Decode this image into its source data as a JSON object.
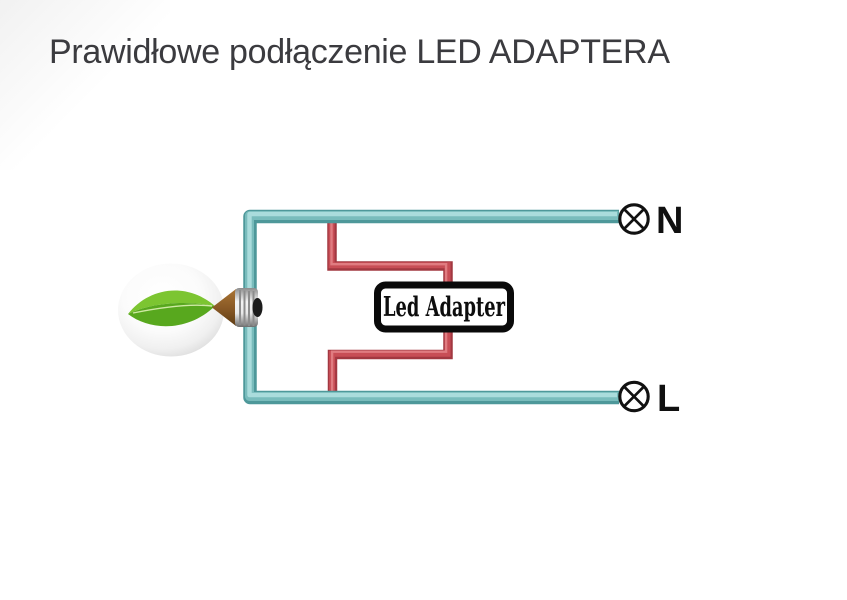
{
  "title": "Prawidłowe podłączenie LED ADAPTERA",
  "diagram": {
    "adapter_label": "Led Adapter",
    "terminal_n": "N",
    "terminal_l": "L",
    "icons": {
      "bulb": "eco-light-bulb-icon",
      "terminal_n": "circle-x-terminal-icon",
      "terminal_l": "circle-x-terminal-icon"
    },
    "colors": {
      "title_text": "#3b3b3f",
      "wire_teal": "#4e989a",
      "wire_teal_mid": "#79bcbc",
      "wire_teal_highlight": "#aadcdc",
      "wire_red": "#a23841",
      "wire_red_mid": "#c84e56",
      "wire_red_highlight": "#e07c81",
      "leaf_green": "#7cc531",
      "leaf_green_dark": "#58a81e",
      "adapter_border": "#0a0a0a",
      "terminal_stroke": "#111111"
    }
  }
}
